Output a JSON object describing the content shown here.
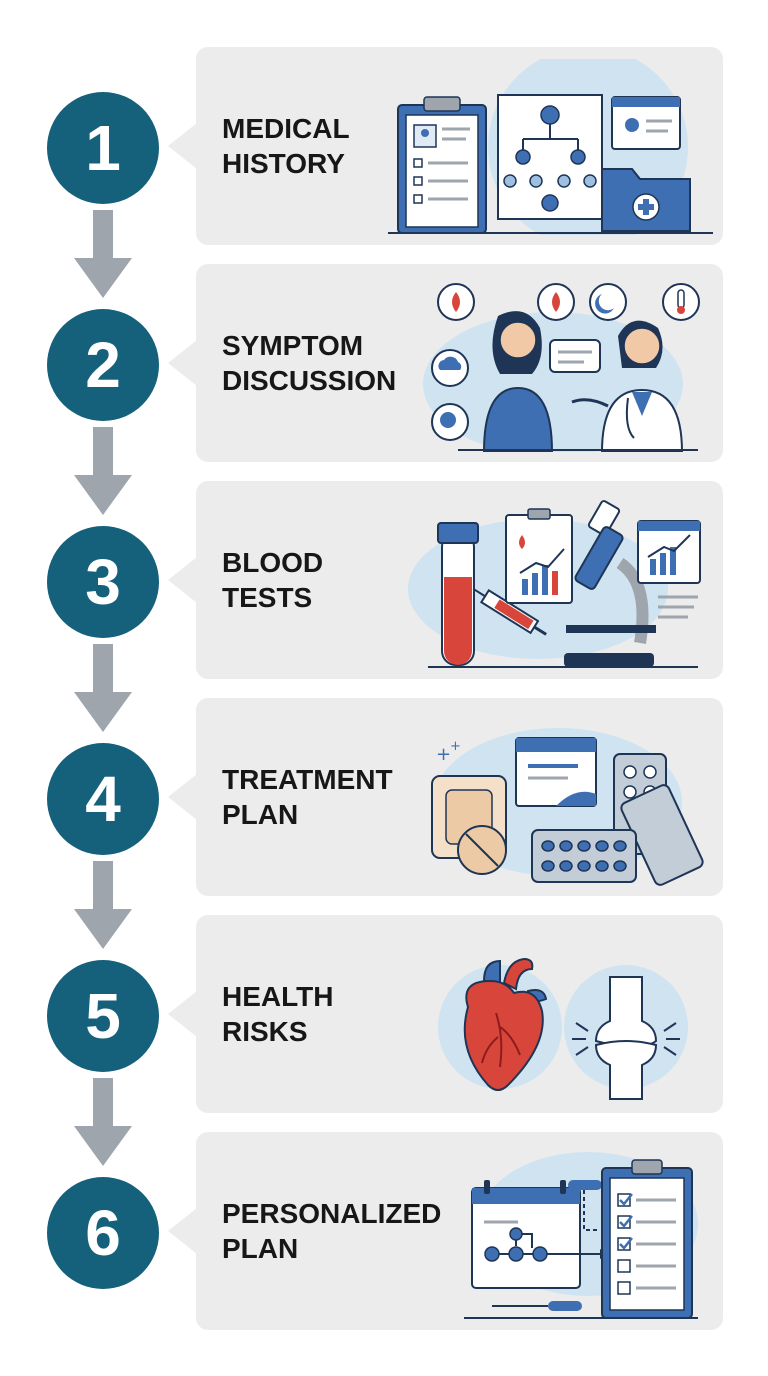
{
  "colors": {
    "circle": "#15607a",
    "card": "#ececec",
    "arrow": "#9ea5ad",
    "text": "#171717",
    "accent_blue": "#3f6fb3",
    "accent_red": "#d8453a"
  },
  "steps": [
    {
      "number": "1",
      "title_lines": [
        "MEDICAL",
        "HISTORY"
      ],
      "icon": "medical-records-icon"
    },
    {
      "number": "2",
      "title_lines": [
        "SYMPTOM",
        "DISCUSSION"
      ],
      "icon": "doctor-patient-icon"
    },
    {
      "number": "3",
      "title_lines": [
        "BLOOD",
        "TESTS"
      ],
      "icon": "lab-test-icon"
    },
    {
      "number": "4",
      "title_lines": [
        "TREATMENT",
        "PLAN"
      ],
      "icon": "medication-icon"
    },
    {
      "number": "5",
      "title_lines": [
        "HEALTH",
        "RISKS"
      ],
      "icon": "heart-joint-icon"
    },
    {
      "number": "6",
      "title_lines": [
        "PERSONALIZED",
        "PLAN"
      ],
      "icon": "plan-checklist-icon"
    }
  ]
}
